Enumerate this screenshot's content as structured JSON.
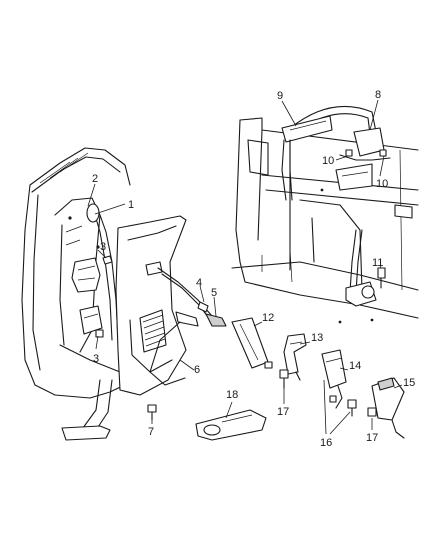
{
  "callouts": [
    {
      "id": "c1",
      "text": "1"
    },
    {
      "id": "c2",
      "text": "2"
    },
    {
      "id": "c3a",
      "text": "3"
    },
    {
      "id": "c3b",
      "text": "3"
    },
    {
      "id": "c4",
      "text": "4"
    },
    {
      "id": "c5",
      "text": "5"
    },
    {
      "id": "c6",
      "text": "6"
    },
    {
      "id": "c7",
      "text": "7"
    },
    {
      "id": "c8",
      "text": "8"
    },
    {
      "id": "c9",
      "text": "9"
    },
    {
      "id": "c10a",
      "text": "10"
    },
    {
      "id": "c10b",
      "text": "10"
    },
    {
      "id": "c11",
      "text": "11"
    },
    {
      "id": "c12",
      "text": "12"
    },
    {
      "id": "c13",
      "text": "13"
    },
    {
      "id": "c14",
      "text": "14"
    },
    {
      "id": "c15",
      "text": "15"
    },
    {
      "id": "c16",
      "text": "16"
    },
    {
      "id": "c17a",
      "text": "17"
    },
    {
      "id": "c17b",
      "text": "17"
    },
    {
      "id": "c18",
      "text": "18"
    }
  ]
}
